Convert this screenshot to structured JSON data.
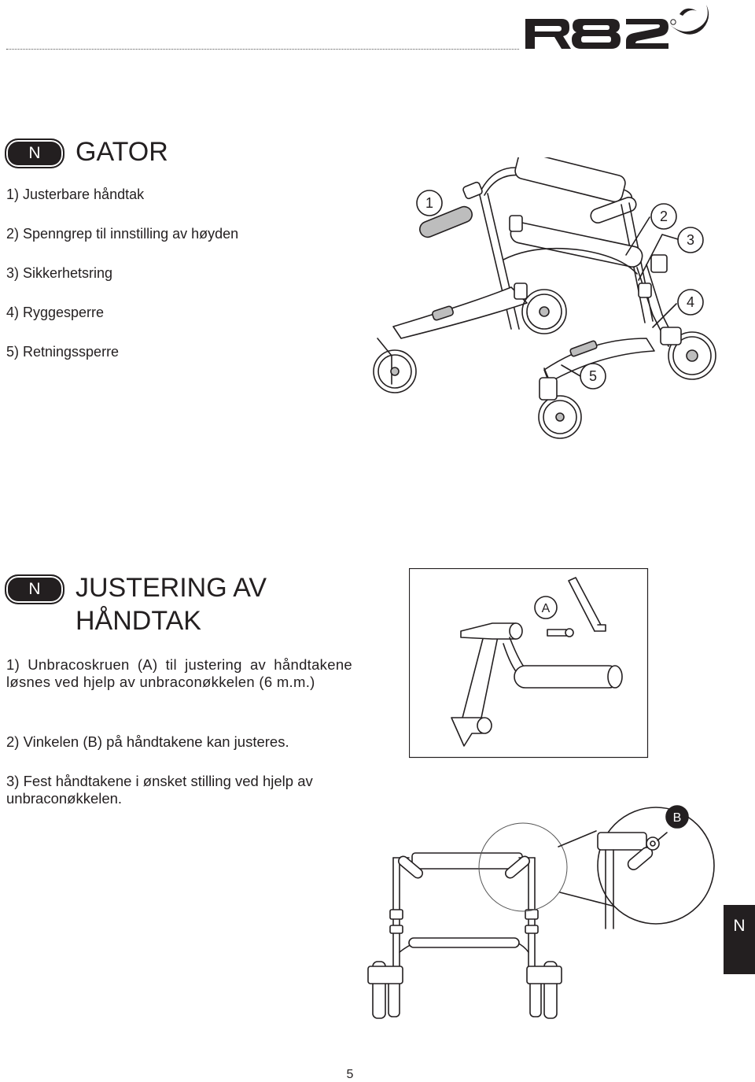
{
  "brand": {
    "logo_text": "R82"
  },
  "section1": {
    "lang_badge": "N",
    "title": "GATOR",
    "items": [
      "1) Justerbare håndtak",
      "2) Spenngrep til innstilling av høyden",
      "3) Sikkerhetsring",
      "4) Ryggesperre",
      "5) Retningssperre"
    ],
    "callouts": [
      "1",
      "2",
      "3",
      "4",
      "5"
    ]
  },
  "section2": {
    "lang_badge": "N",
    "title_line1": "JUSTERING AV",
    "title_line2": "HÅNDTAK",
    "step1": "1) Unbracoskruen (A) til justering av håndtakene løsnes ved hjelp av unbraconøkkelen (6 m.m.)",
    "step2": "2) Vinkelen (B) på håndtakene kan justeres.",
    "step3": "3) Fest håndtakene i ønsket stilling ved hjelp av unbraconøkkelen.",
    "callout_a": "A",
    "callout_b": "B"
  },
  "side_tab": "N",
  "page_number": "5"
}
